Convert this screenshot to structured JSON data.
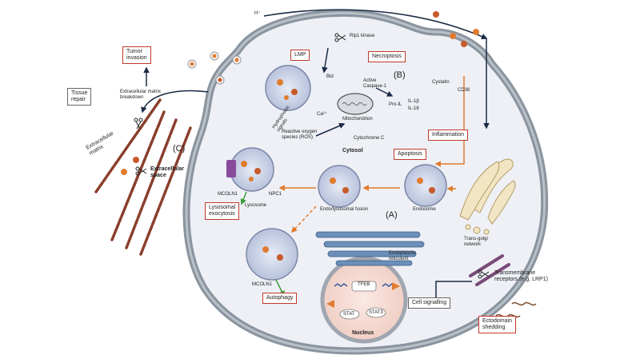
{
  "section_labels": {
    "a": "(A)",
    "b": "(B)",
    "c": "(C)"
  },
  "boxes": {
    "tumor_invasion": "Tumor\ninvasion",
    "tissue_repair": "Tissue\nrepair",
    "lmp": "LMP",
    "necroptosis": "Necroptosis",
    "inflammation": "Inflammation",
    "apoptosis": "Apoptosis",
    "lysosomal_exocytosis": "Lysosomal\nexocytosis",
    "autophagy": "Autophagy",
    "cell_signalling": "Cell signalling",
    "ectodomain_shedding": "Ectodomain\nshedding"
  },
  "labels": {
    "ecm_breakdown": "Extracellular matrix\nbreakdown",
    "extracellular_matrix": "Extracellular\nmatrix",
    "extracellular_space": "Extracellular\nspace",
    "cytosol": "Cytosol",
    "nucleus": "Nucleus",
    "lysosome": "Lysosome",
    "endolysosomal_fusion": "Endo/lysosomal fusion",
    "endosome": "Endosome",
    "trans_golgi": "Trans-golgi\nnetwork",
    "er": "Endoplasmic\nreticulum",
    "transmembrane": "Transmembrane\nreceptors (e.g. LRP1)",
    "ros": "Reactive oxygen\nspecies (ROS)",
    "mitochondrion": "Mitochondrion",
    "cytochrome_c": "Cytochrome C",
    "rip_kinase": "Rip1 kinase",
    "bid": "Bid",
    "active_caspase": "Active\nCaspase-1",
    "pro_il": "Pro-IL",
    "il1b": "IL-1β",
    "il18": "IL-18",
    "cystatin": "Cystatin",
    "cd36": "CD36",
    "mcoln1": "MCOLN1",
    "npc1": "NPC1",
    "mcoln1_b": "MCOLN1",
    "hydrophobic": "Hydrophobic\nsignals",
    "tfeb": "TFEB",
    "stat": "STAT",
    "stat3": "STAT3",
    "ca": "Ca²⁺",
    "hplus": "H⁺"
  }
}
